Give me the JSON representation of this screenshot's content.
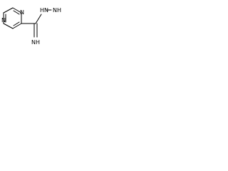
{
  "molecule": {
    "ring_nitrogen_top": "N",
    "ring_nitrogen_bottom": "N",
    "hydrazine_group": "HN",
    "amine_nitrogen": "NH",
    "imine": "NH"
  }
}
